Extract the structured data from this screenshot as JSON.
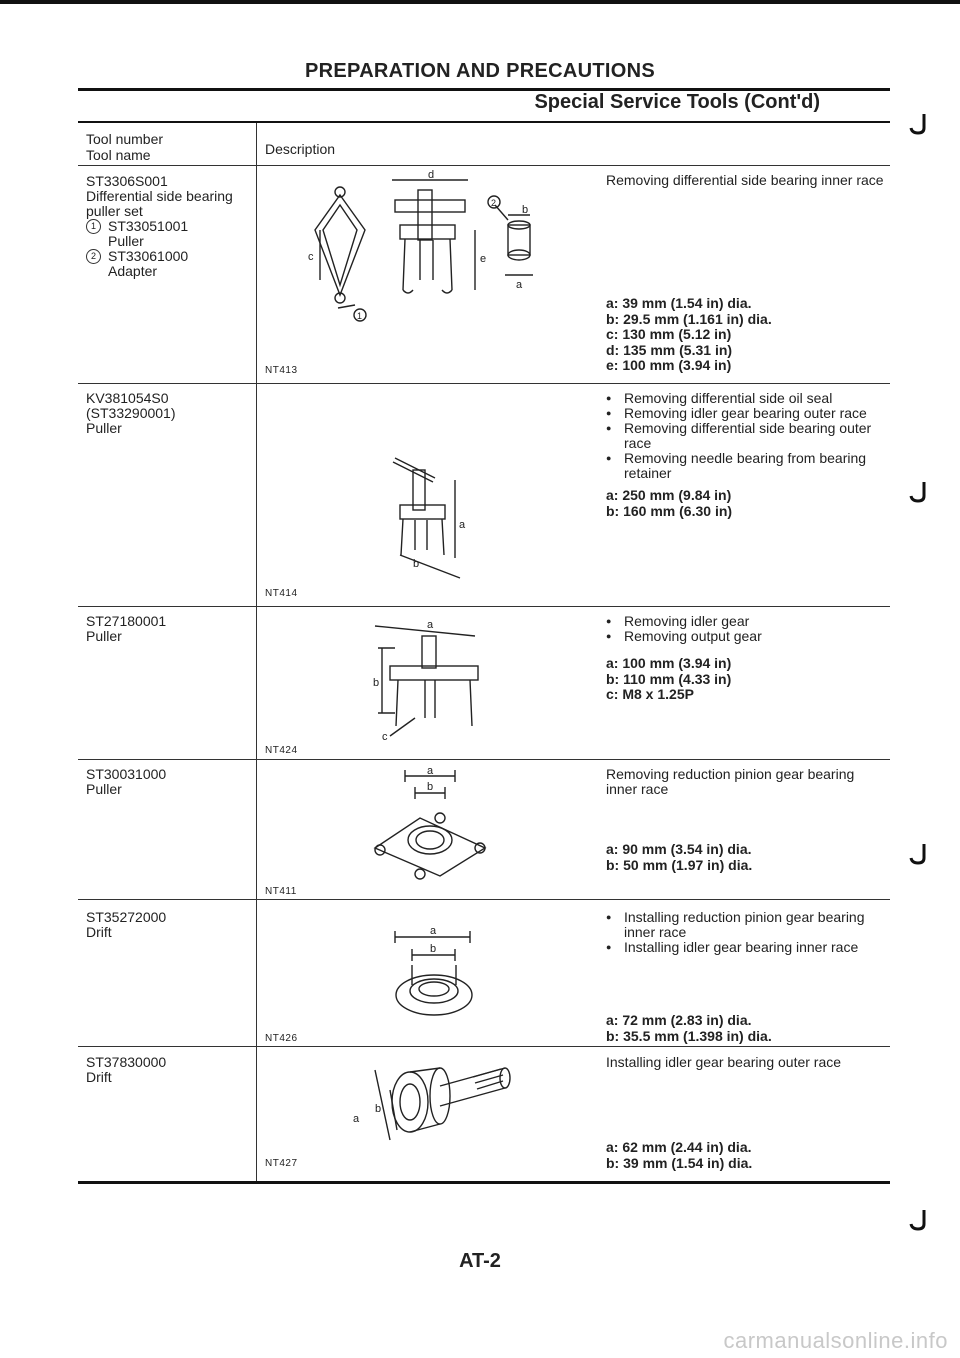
{
  "header": {
    "title": "PREPARATION AND PRECAUTIONS",
    "subtitle": "Special Service Tools (Cont'd)",
    "col_tool_number": "Tool number",
    "col_tool_name": "Tool name",
    "col_description": "Description"
  },
  "rows": [
    {
      "tool_lines": [
        "ST3306S001",
        "Differential side bearing",
        "puller set"
      ],
      "subs": [
        {
          "num": "1",
          "number": "ST33051001",
          "name": "Puller"
        },
        {
          "num": "2",
          "number": "ST33061000",
          "name": "Adapter"
        }
      ],
      "figure_code": "NT413",
      "fig_labels": {
        "d": "d",
        "b": "b",
        "c": "c",
        "e": "e",
        "a": "a",
        "one": "1",
        "two": "2"
      },
      "description": "Removing differential side bearing inner race",
      "dims": [
        "a: 39 mm (1.54 in) dia.",
        "b: 29.5 mm (1.161 in) dia.",
        "c: 130 mm (5.12 in)",
        "d: 135 mm (5.31 in)",
        "e: 100 mm (3.94 in)"
      ]
    },
    {
      "tool_lines": [
        "KV381054S0",
        "(ST33290001)",
        "Puller"
      ],
      "figure_code": "NT414",
      "fig_labels": {
        "a": "a",
        "b": "b"
      },
      "bullets": [
        "Removing differential side oil seal",
        "Removing idler gear bearing outer race",
        "Removing differential side bearing outer race",
        "Removing needle bearing from bearing retainer"
      ],
      "dims": [
        "a: 250 mm (9.84 in)",
        "b: 160 mm (6.30 in)"
      ]
    },
    {
      "tool_lines": [
        "ST27180001",
        "Puller"
      ],
      "figure_code": "NT424",
      "fig_labels": {
        "a": "a",
        "b": "b",
        "c": "c"
      },
      "bullets": [
        "Removing idler gear",
        "Removing output gear"
      ],
      "dims": [
        "a: 100 mm (3.94 in)",
        "b: 110 mm (4.33 in)",
        "c: M8 x 1.25P"
      ]
    },
    {
      "tool_lines": [
        "ST30031000",
        "Puller"
      ],
      "figure_code": "NT411",
      "fig_labels": {
        "a": "a",
        "b": "b"
      },
      "description": "Removing reduction pinion gear bearing inner race",
      "dims": [
        "a: 90 mm (3.54 in) dia.",
        "b: 50 mm (1.97 in) dia."
      ]
    },
    {
      "tool_lines": [
        "ST35272000",
        "Drift"
      ],
      "figure_code": "NT426",
      "fig_labels": {
        "a": "a",
        "b": "b"
      },
      "bullets": [
        "Installing reduction pinion gear bearing inner race",
        "Installing idler gear bearing inner race"
      ],
      "dims": [
        "a: 72 mm (2.83 in) dia.",
        "b: 35.5 mm (1.398 in) dia."
      ]
    },
    {
      "tool_lines": [
        "ST37830000",
        "Drift"
      ],
      "figure_code": "NT427",
      "fig_labels": {
        "a": "a",
        "b": "b"
      },
      "description": "Installing idler gear bearing outer race",
      "dims": [
        "a: 62 mm (2.44 in) dia.",
        "b: 39 mm (1.54 in) dia."
      ]
    }
  ],
  "page_number": "AT-2",
  "watermark": "carmanualsonline.info"
}
